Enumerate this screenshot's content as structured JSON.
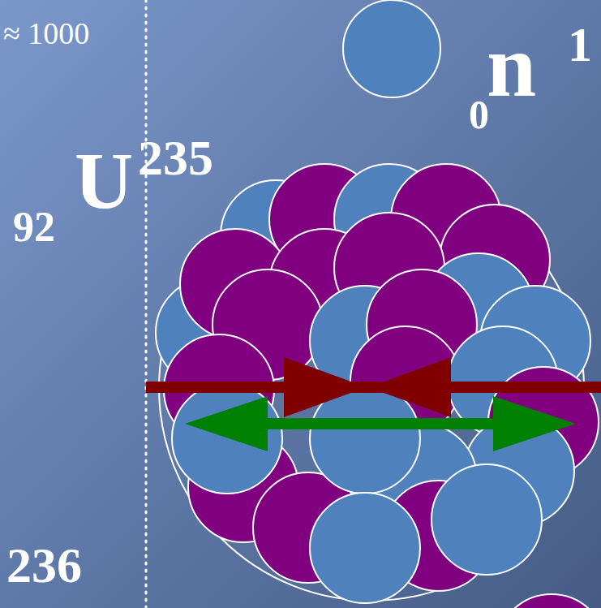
{
  "diagram": {
    "labels": [
      "≈ 1000",
      "0",
      "n",
      "1",
      "92",
      "U",
      "235",
      "236"
    ]
  }
}
